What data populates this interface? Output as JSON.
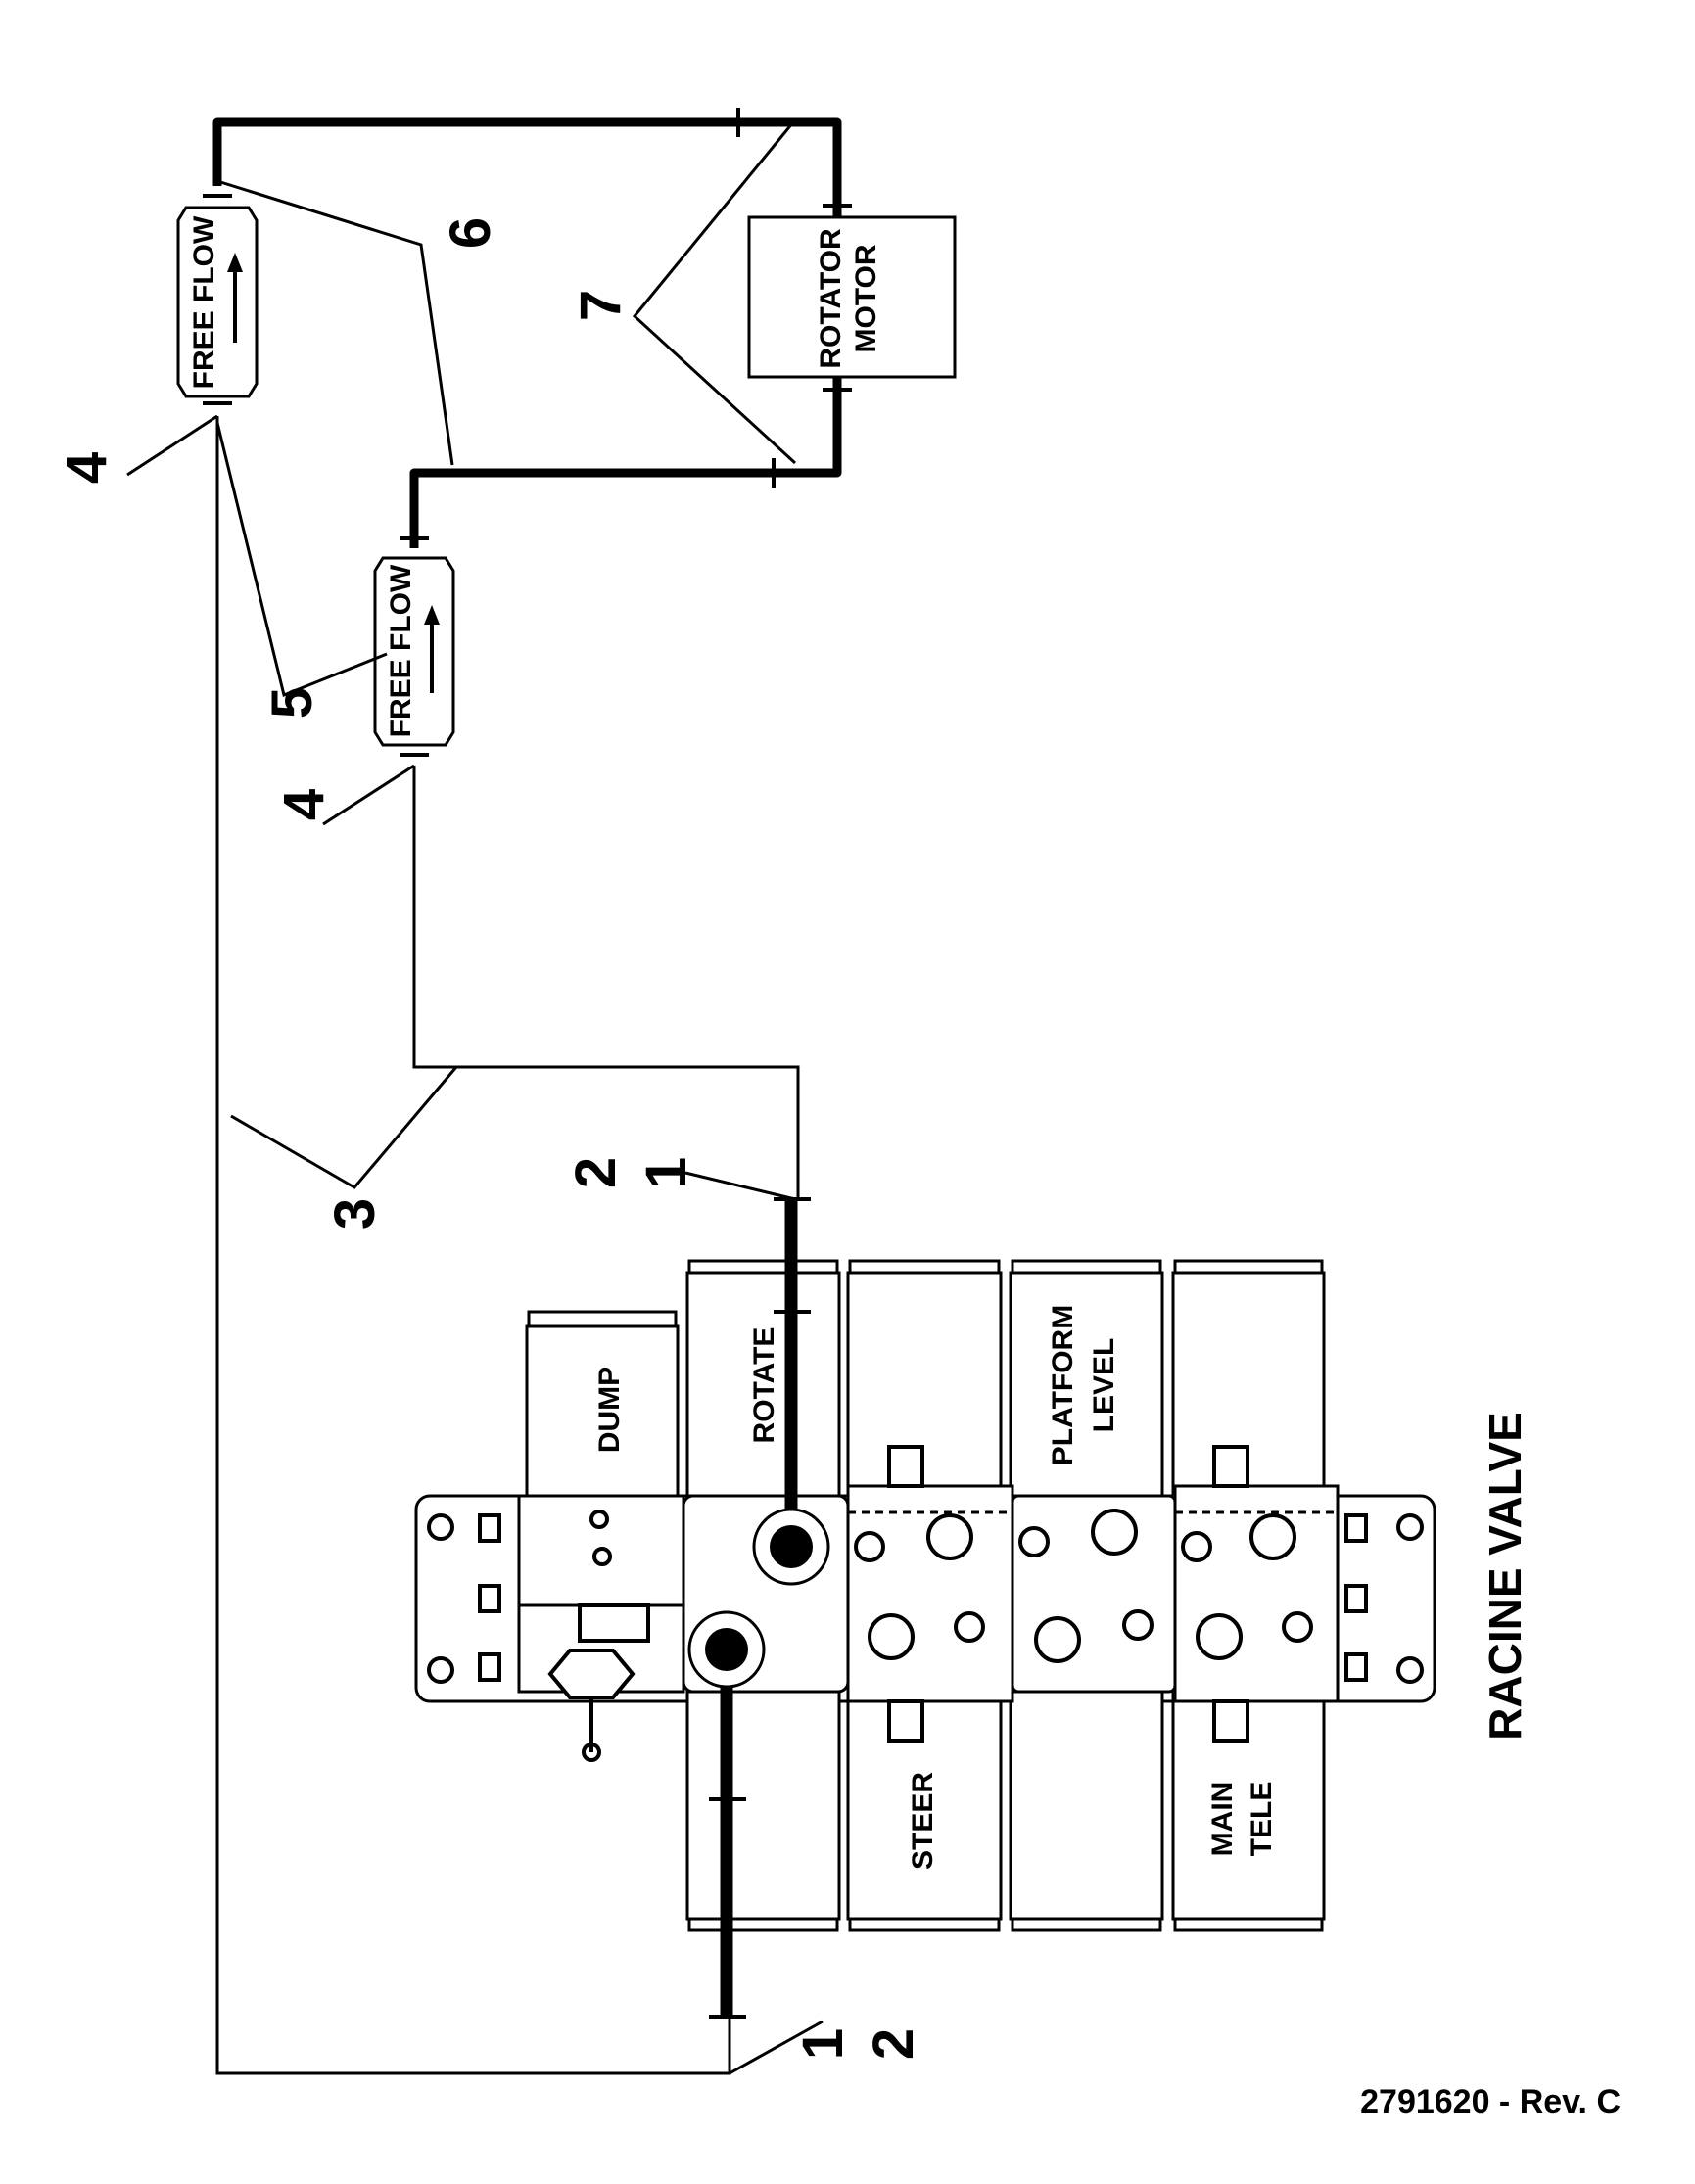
{
  "callouts": {
    "c1_top": "1",
    "c2_top": "2",
    "c1_bottom": "1",
    "c2_bottom": "2",
    "c3": "3",
    "c4_upper": "4",
    "c4_lower": "4",
    "c5": "5",
    "c6": "6",
    "c7": "7"
  },
  "check_valves": {
    "upper_label": "FREE FLOW",
    "lower_label": "FREE FLOW"
  },
  "motor": {
    "line1": "ROTATOR",
    "line2": "MOTOR"
  },
  "valve_sections": {
    "dump": "DUMP",
    "rotate": "ROTATE",
    "steer": "STEER",
    "platform_line1": "PLATFORM",
    "platform_line2": "LEVEL",
    "main_line1": "MAIN",
    "main_line2": "TELE"
  },
  "title": "RACINE VALVE",
  "part_number": "2791620 - Rev. C"
}
